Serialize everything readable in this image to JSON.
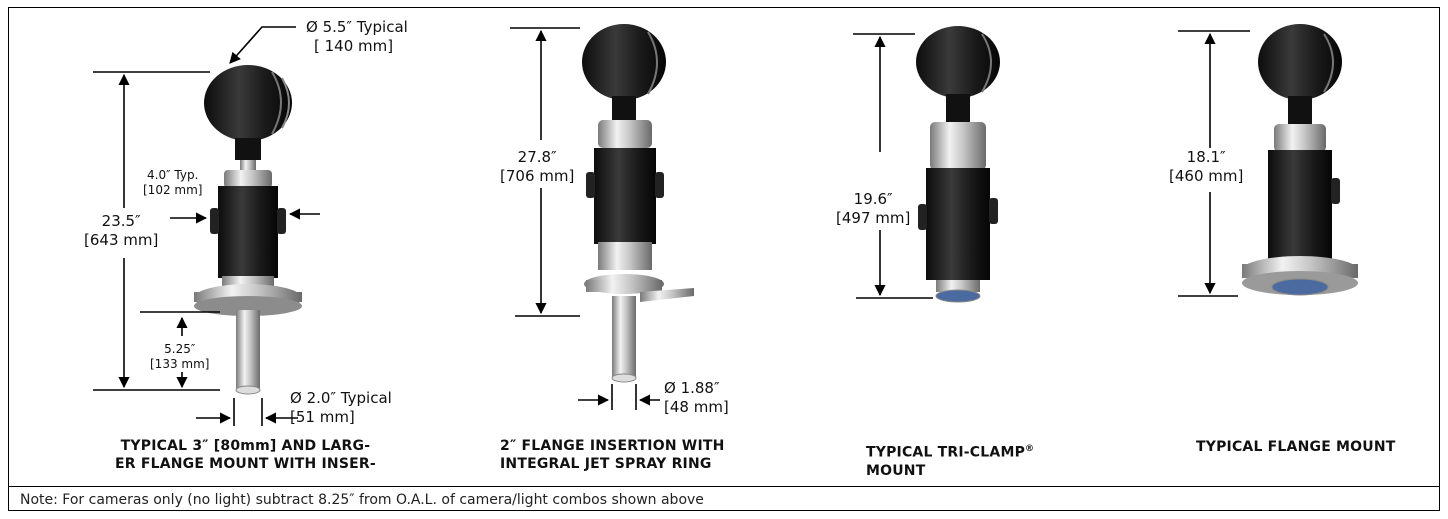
{
  "figures": [
    {
      "dim_top": [
        "Ø 5.5″ Typical",
        "[ 140 mm]"
      ],
      "dim_height": [
        "23.5″",
        "[643 mm]"
      ],
      "dim_width": [
        "4.0″ Typ.",
        "[102 mm]"
      ],
      "dim_insert": [
        "5.25″",
        "[133 mm]"
      ],
      "dim_dia": [
        "Ø 2.0″ Typical",
        "[51 mm]"
      ],
      "caption": [
        "TYPICAL 3″ [80mm] AND LARG-",
        "ER FLANGE MOUNT WITH INSER-"
      ]
    },
    {
      "dim_height": [
        "27.8″",
        "[706 mm]"
      ],
      "dim_dia": [
        "Ø 1.88″",
        "[48 mm]"
      ],
      "caption": [
        "2″ FLANGE INSERTION WITH",
        "INTEGRAL JET SPRAY RING"
      ]
    },
    {
      "dim_height": [
        "19.6″",
        "[497 mm]"
      ],
      "caption": [
        "TYPICAL TRI-CLAMP",
        "MOUNT"
      ],
      "caption_mark": "®"
    },
    {
      "dim_height": [
        "18.1″",
        "[460 mm]"
      ],
      "caption": [
        "TYPICAL FLANGE MOUNT"
      ]
    }
  ],
  "note": "Note: For cameras only (no light) subtract 8.25″ from O.A.L. of camera/light combos shown above",
  "colors": {
    "line": "#000000",
    "body": "#1c1c1c",
    "metal": "#c8c8c8"
  }
}
